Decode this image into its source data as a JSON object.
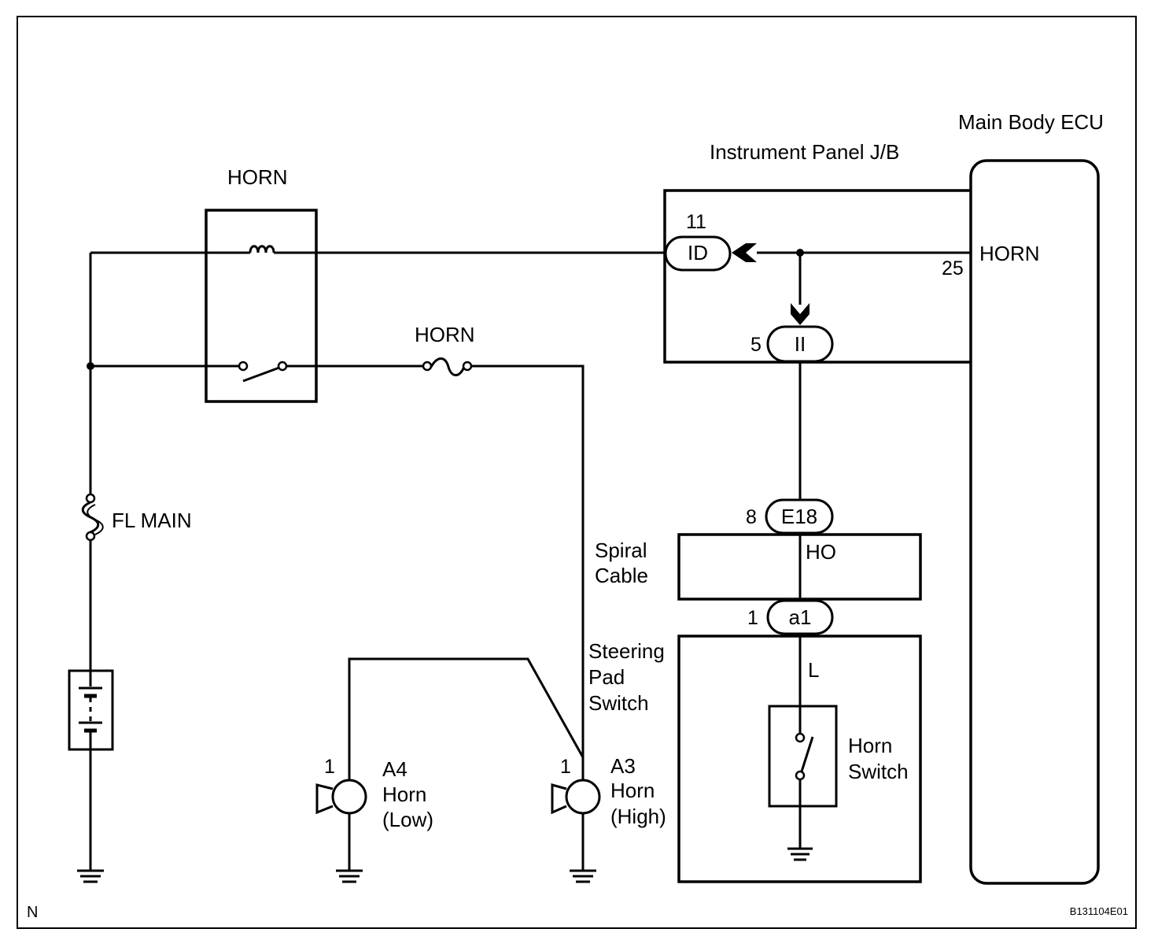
{
  "labels": {
    "main_body_ecu": "Main Body ECU",
    "instrument_panel_jb": "Instrument Panel J/B",
    "horn_relay": "HORN",
    "horn_fuse": "HORN",
    "fl_main": "FL MAIN",
    "ecu_horn_terminal": "HORN",
    "spiral_cable": [
      "Spiral",
      "Cable"
    ],
    "steering_pad_switch": [
      "Steering",
      "Pad",
      "Switch"
    ],
    "horn_switch": [
      "Horn",
      "Switch"
    ],
    "horn_low": [
      "A4",
      "Horn",
      "(Low)"
    ],
    "horn_high": [
      "A3",
      "Horn",
      "(High)"
    ],
    "wire_ho": "HO",
    "wire_l": "L",
    "corner_letter": "N",
    "figure_code": "B131104E01"
  },
  "connectors": {
    "id": {
      "name": "ID",
      "pin": "11"
    },
    "ii": {
      "name": "II",
      "pin": "5"
    },
    "e18": {
      "name": "E18",
      "pin": "8"
    },
    "a1": {
      "name": "a1",
      "pin": "1"
    },
    "ecu_horn_pin": "25",
    "a4_pin": "1",
    "a3_pin": "1"
  }
}
